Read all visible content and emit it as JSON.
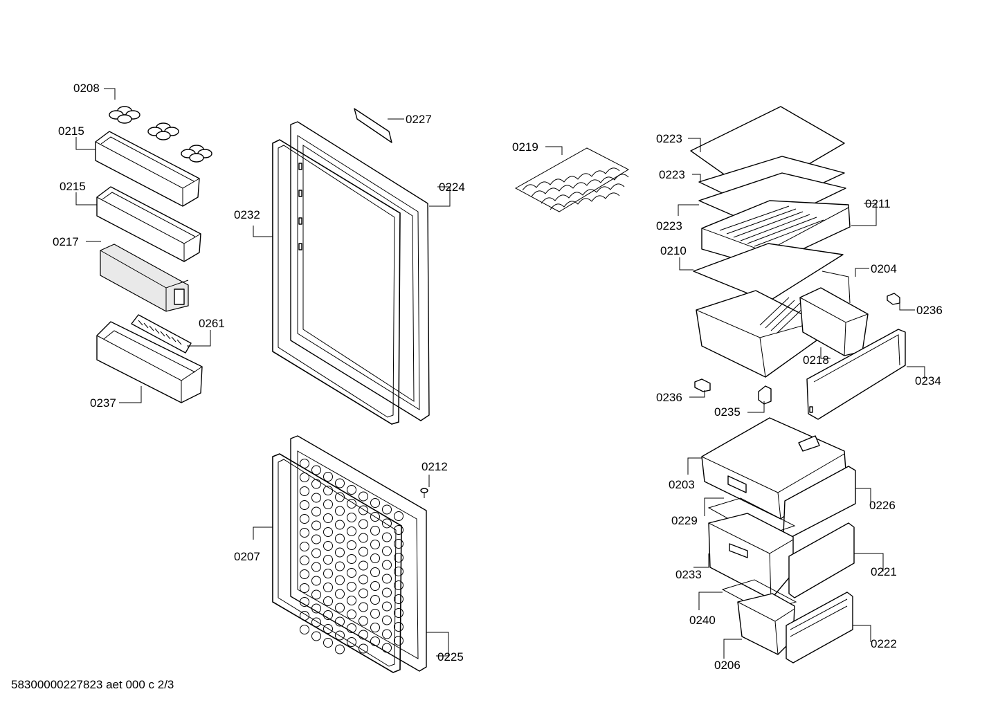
{
  "labels": {
    "p0208": "0208",
    "p0215a": "0215",
    "p0215b": "0215",
    "p0217": "0217",
    "p0261": "0261",
    "p0237": "0237",
    "p0227": "0227",
    "p0224": "0224",
    "p0232": "0232",
    "p0212": "0212",
    "p0207": "0207",
    "p0225": "0225",
    "p0219": "0219",
    "p0223a": "0223",
    "p0223b": "0223",
    "p0223c": "0223",
    "p0211": "0211",
    "p0210": "0210",
    "p0204": "0204",
    "p0236a": "0236",
    "p0218": "0218",
    "p0234": "0234",
    "p0236b": "0236",
    "p0235": "0235",
    "p0203": "0203",
    "p0226": "0226",
    "p0229": "0229",
    "p0233": "0233",
    "p0221": "0221",
    "p0240": "0240",
    "p0222": "0222",
    "p0206": "0206"
  },
  "footer": {
    "document_code": "58300000227823 aet 000 c 2/3"
  }
}
